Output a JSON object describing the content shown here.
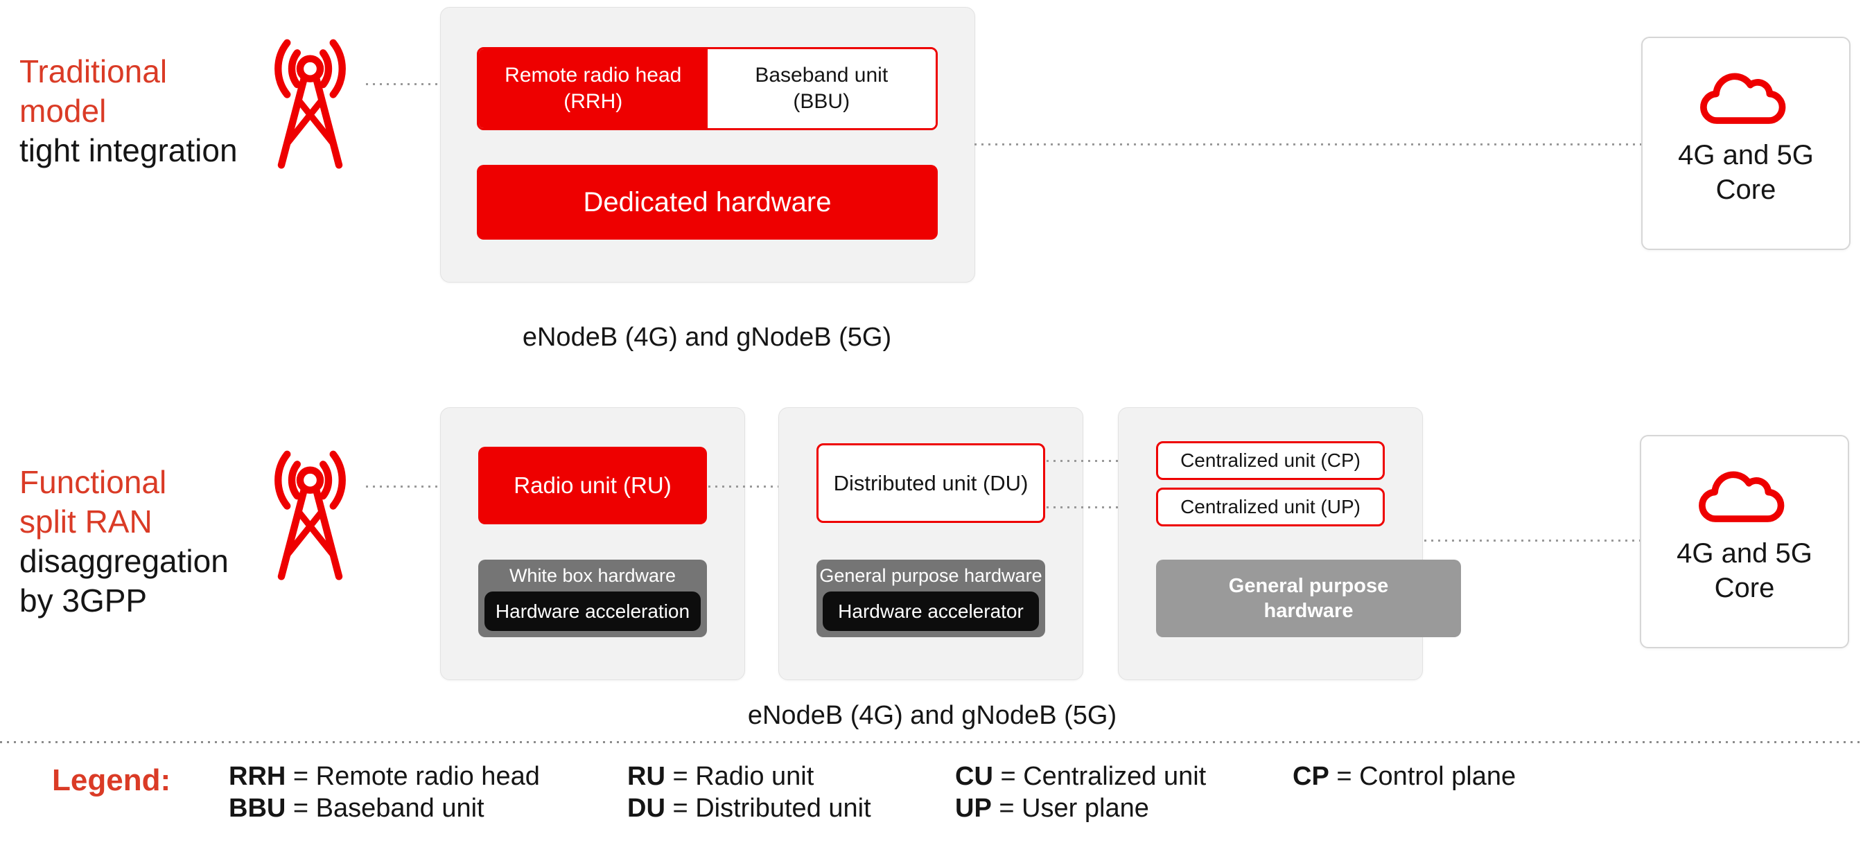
{
  "colors": {
    "brand_red": "#ee0000",
    "heading_red": "#da3b26",
    "dark_text": "#151515",
    "mid_gray_box": "#757575",
    "light_gray_box": "#9a9a9a",
    "black_box": "#0d0d0d",
    "container_bg": "#f2f2f2"
  },
  "icons": {
    "tower": "radio-tower-icon",
    "cloud": "cloud-icon"
  },
  "row_traditional": {
    "heading": {
      "red_lines": [
        "Traditional",
        "model"
      ],
      "black_lines": [
        "tight integration"
      ]
    },
    "enodeb": {
      "rrh_label": "Remote radio head (RRH)",
      "bbu_label": "Baseband unit (BBU)",
      "dedicated_label": "Dedicated hardware"
    },
    "caption": "eNodeB (4G) and gNodeB (5G)",
    "core_label": "4G and 5G Core"
  },
  "row_functional": {
    "heading": {
      "red_lines": [
        "Functional",
        "split RAN"
      ],
      "black_lines": [
        "disaggregation",
        "by 3GPP"
      ]
    },
    "ru": {
      "title": "Radio unit (RU)",
      "hw_title": "White box hardware",
      "accel_label": "Hardware acceleration"
    },
    "du": {
      "title": "Distributed unit (DU)",
      "hw_title": "General purpose hardware",
      "accel_label": "Hardware accelerator"
    },
    "cu": {
      "cp_label": "Centralized unit (CP)",
      "up_label": "Centralized unit (UP)",
      "hw_label": "General purpose hardware"
    },
    "caption": "eNodeB (4G) and gNodeB (5G)",
    "core_label": "4G and 5G Core"
  },
  "legend": {
    "title": "Legend:",
    "entries": [
      {
        "abbr": "RRH",
        "rest": " = Remote radio head"
      },
      {
        "abbr": "BBU",
        "rest": " = Baseband unit"
      },
      {
        "abbr": "RU",
        "rest": " = Radio unit"
      },
      {
        "abbr": "DU",
        "rest": " = Distributed unit"
      },
      {
        "abbr": "CU",
        "rest": " = Centralized unit"
      },
      {
        "abbr": "UP",
        "rest": " = User plane"
      },
      {
        "abbr": "CP",
        "rest": " = Control plane"
      }
    ]
  }
}
